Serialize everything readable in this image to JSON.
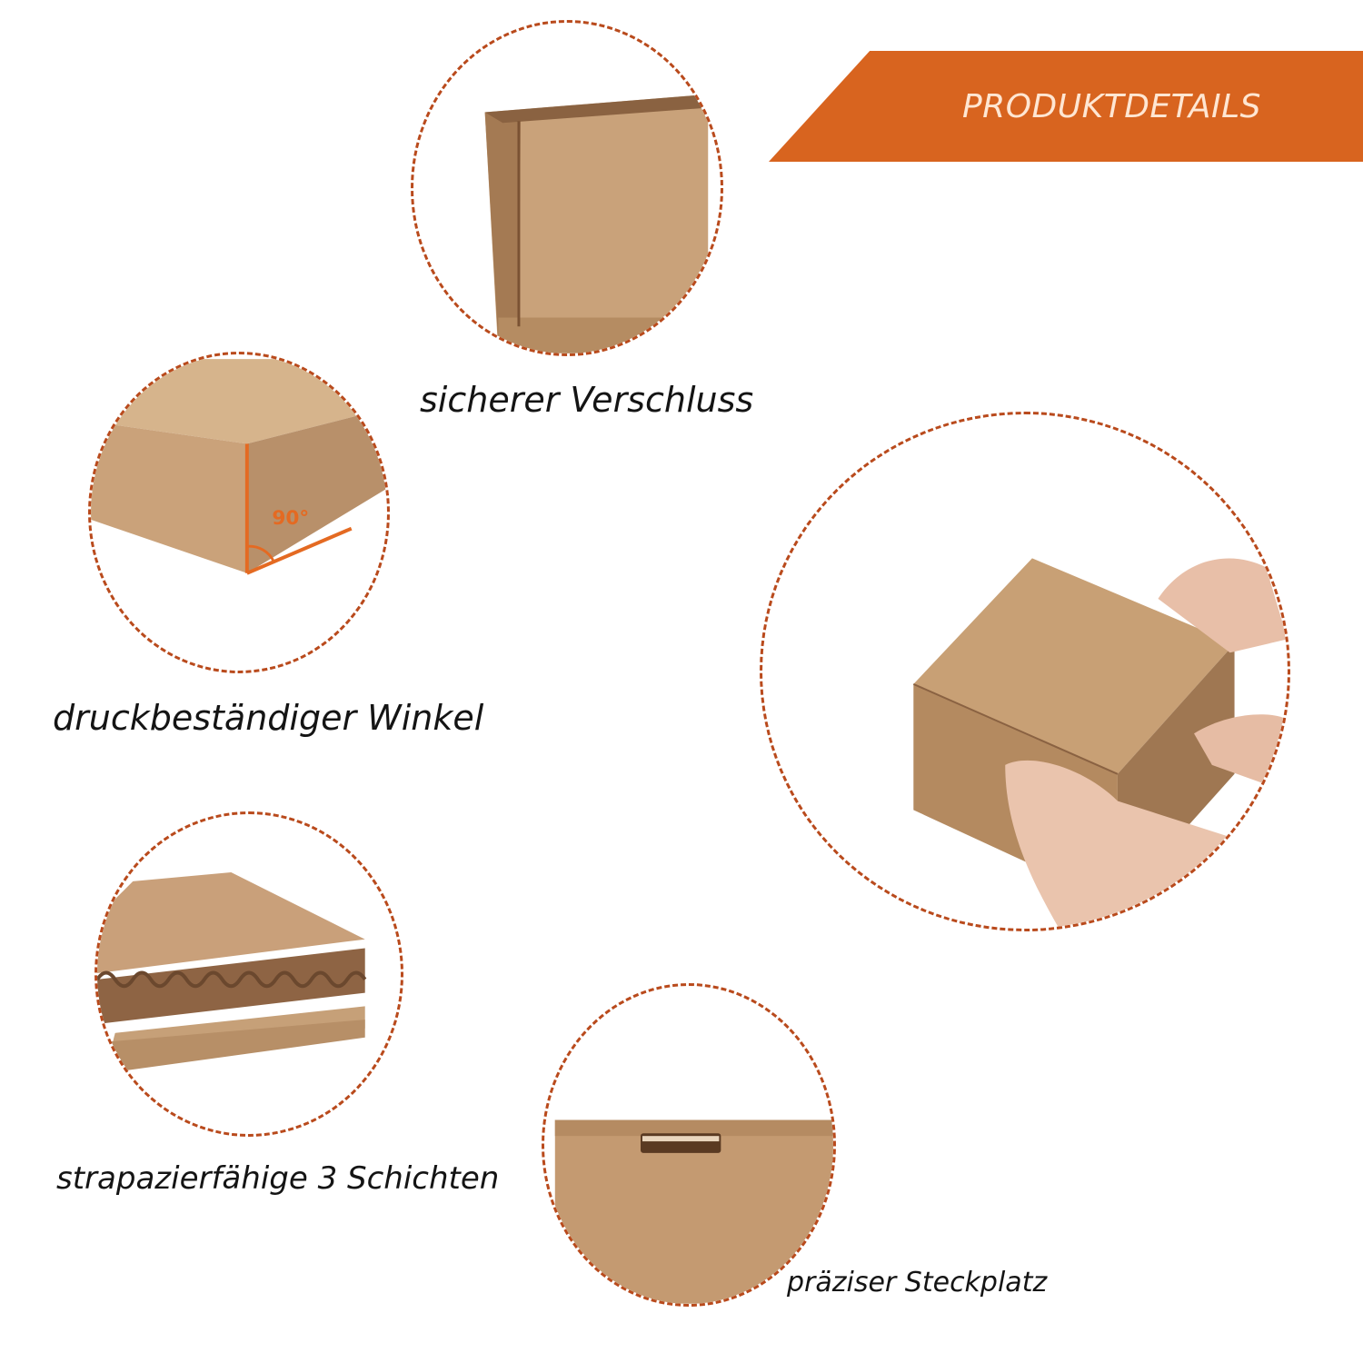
{
  "banner": {
    "title": "PRODUKTDETAILS"
  },
  "details": [
    {
      "label": "sicherer Verschluss"
    },
    {
      "label": "druckbeständiger Winkel",
      "angle_label": "90°"
    },
    {
      "label": "strapazierfähige 3 Schichten"
    },
    {
      "label": "präziser Steckplatz"
    }
  ],
  "colors": {
    "accent": "#d8641f",
    "dash": "#b94a1c",
    "cardboard": "#c9a27a"
  }
}
